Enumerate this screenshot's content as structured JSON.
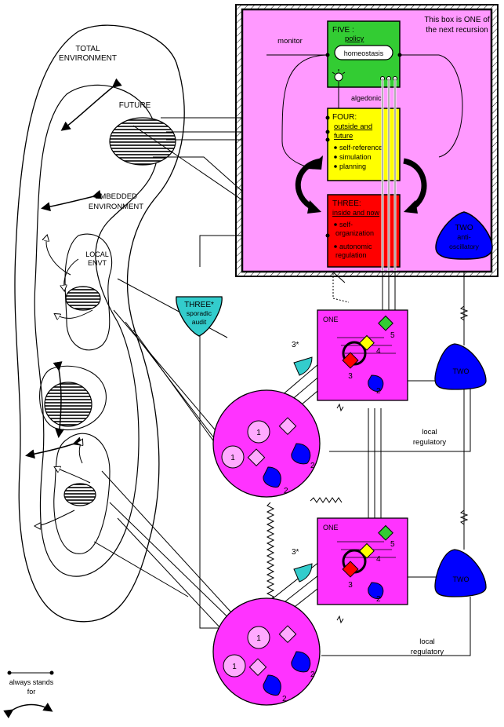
{
  "env": {
    "total_line1": "TOTAL",
    "total_line2": "ENVIRONMENT",
    "future": "FUTURE",
    "embedded_line1": "EMBEDDED",
    "embedded_line2": "ENVIRONMENT",
    "local_line1": "LOCAL",
    "local_line2": "ENVT"
  },
  "metabox": {
    "note_line1": "This box is ONE of",
    "note_line2": "the next recursion",
    "monitor": "monitor",
    "algedonic": "algedonic"
  },
  "five": {
    "title": "FIVE :",
    "subtitle": "policy",
    "homeostasis": "homeostasis"
  },
  "four": {
    "title": "FOUR:",
    "sub1": "outside and",
    "sub2": "future",
    "items": [
      "self-reference",
      "simulation",
      "planning"
    ]
  },
  "three": {
    "title": "THREE:",
    "sub": "inside and now",
    "items_line1": "self-",
    "items_line2": "organization",
    "items_line3": "autonomic",
    "items_line4": "regulation"
  },
  "three_star": {
    "line1": "THREE*",
    "line2": "sporadic",
    "line3": "audit",
    "small": "3*"
  },
  "two_big": {
    "line1": "TWO",
    "line2": "anti-",
    "line3": "oscillatory"
  },
  "two": "TWO",
  "one": "ONE",
  "num": {
    "one": "1",
    "two": "2",
    "three": "3",
    "four": "4",
    "five": "5"
  },
  "local_regulatory_line1": "local",
  "local_regulatory_line2": "regulatory",
  "legend": {
    "line1": "always stands",
    "line2": "for"
  },
  "colors": {
    "metabox": "#ff99ff",
    "five": "#33cc33",
    "four": "#ffff00",
    "three": "#ff0000",
    "magenta": "#ff33ff",
    "pink": "#ffaaff",
    "blue": "#0000ff",
    "cyan": "#33cccc"
  }
}
